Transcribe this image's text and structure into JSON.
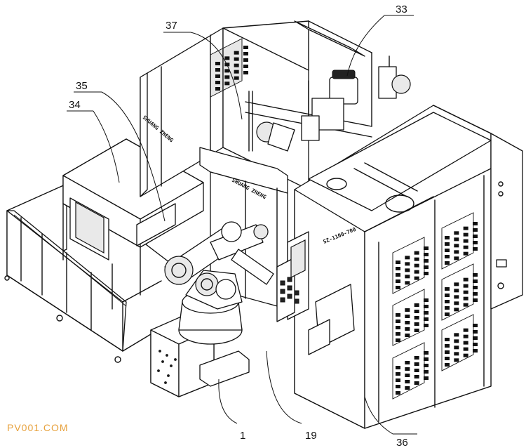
{
  "labels": {
    "l33": "33",
    "l37": "37",
    "l35": "35",
    "l34": "34",
    "l1": "1",
    "l19": "19",
    "l36": "36"
  },
  "plates": {
    "side_brand": "SHUANG ZHENG",
    "center_brand": "SHUANG ZHENG",
    "model": "SZ-1100-700"
  },
  "watermark": "PV001.COM"
}
